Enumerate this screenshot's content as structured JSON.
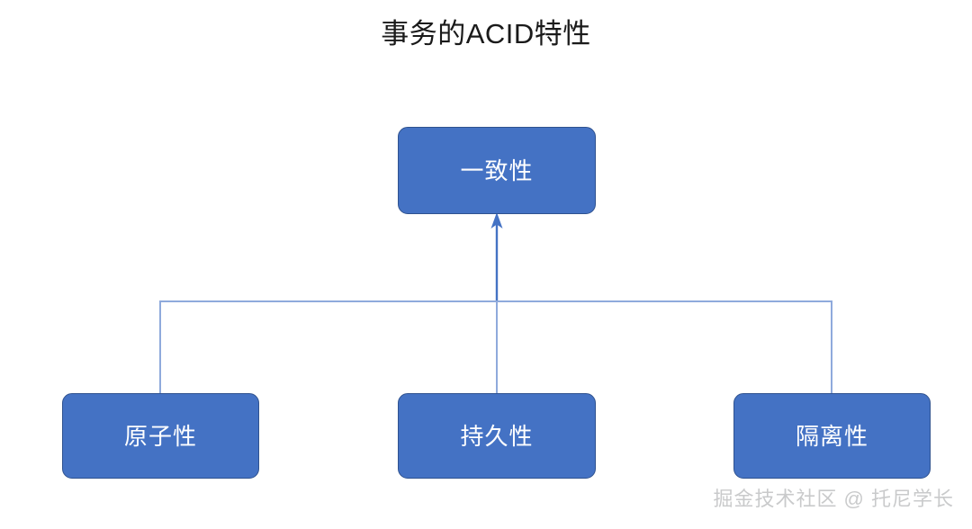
{
  "diagram": {
    "title": "事务的ACID特性",
    "type": "tree-diagram",
    "colors": {
      "node_fill": "#4472C4",
      "node_border": "#2F528F",
      "node_text": "#FFFFFF",
      "connector": "#4472C4",
      "connector_light": "#8FAADC",
      "title_text": "#1A1A1A",
      "background": "#FFFFFF",
      "watermark_text": "#C9CACB"
    },
    "nodes": [
      {
        "id": "consistency",
        "label": "一致性",
        "role": "root"
      },
      {
        "id": "atomicity",
        "label": "原子性",
        "role": "leaf"
      },
      {
        "id": "durability",
        "label": "持久性",
        "role": "leaf"
      },
      {
        "id": "isolation",
        "label": "隔离性",
        "role": "leaf"
      }
    ],
    "edges": [
      {
        "from": "atomicity",
        "to": "consistency",
        "arrow": true
      },
      {
        "from": "durability",
        "to": "consistency",
        "arrow": true
      },
      {
        "from": "isolation",
        "to": "consistency",
        "arrow": true
      }
    ],
    "watermark": "掘金技术社区 @ 托尼学长"
  }
}
